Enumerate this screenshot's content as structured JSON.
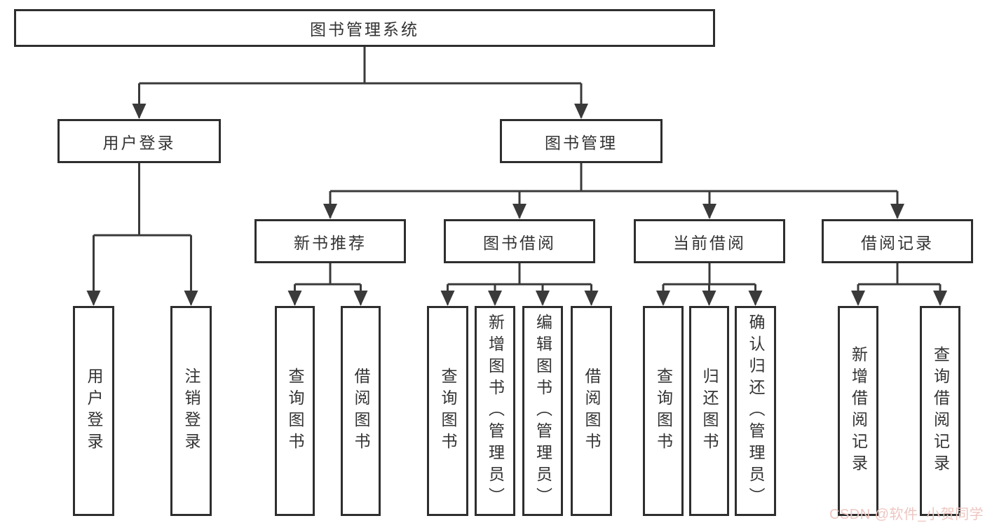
{
  "colors": {
    "line": "#3a3a3a",
    "box_border": "#2e2e2e",
    "text": "#333333",
    "watermark": "#eec6c1",
    "bg": "#ffffff"
  },
  "org_chart": {
    "root": {
      "label": "图书管理系统"
    },
    "branches": [
      {
        "label": "用户登录",
        "children": [
          {
            "label": "用户登录"
          },
          {
            "label": "注销登录"
          }
        ]
      },
      {
        "label": "图书管理",
        "sections": [
          {
            "label": "新书推荐",
            "children": [
              {
                "label": "查询图书"
              },
              {
                "label": "借阅图书"
              }
            ]
          },
          {
            "label": "图书借阅",
            "children": [
              {
                "label": "查询图书"
              },
              {
                "label": "新增图书（管理员）"
              },
              {
                "label": "编辑图书（管理员）"
              },
              {
                "label": "借阅图书"
              }
            ]
          },
          {
            "label": "当前借阅",
            "children": [
              {
                "label": "查询图书"
              },
              {
                "label": "归还图书"
              },
              {
                "label": "确认归还（管理员）"
              }
            ]
          },
          {
            "label": "借阅记录",
            "children": [
              {
                "label": "新增借阅记录"
              },
              {
                "label": "查询借阅记录"
              }
            ]
          }
        ]
      }
    ]
  },
  "watermark": {
    "text": "CSDN @软件_小贺同学"
  }
}
